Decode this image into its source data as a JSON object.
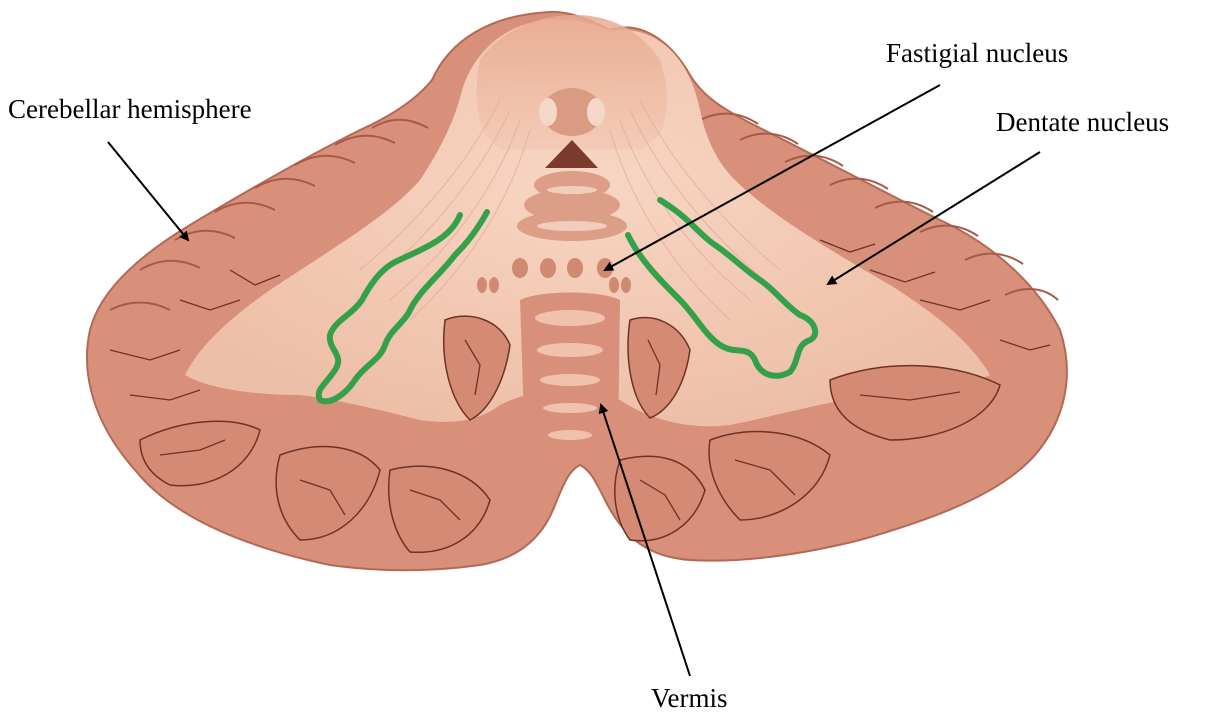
{
  "labels": {
    "cerebellar_hemisphere": "Cerebellar hemisphere",
    "fastigial_nucleus": "Fastigial nucleus",
    "dentate_nucleus": "Dentate nucleus",
    "vermis": "Vermis"
  },
  "colors": {
    "white_matter": "#f2c9b4",
    "cortex": "#d9907a",
    "cortex_dark": "#a85a48",
    "sulcus": "#6e3226",
    "dentate_nucleus": "#35a04a",
    "arrow": "#000000",
    "background": "#ffffff"
  }
}
